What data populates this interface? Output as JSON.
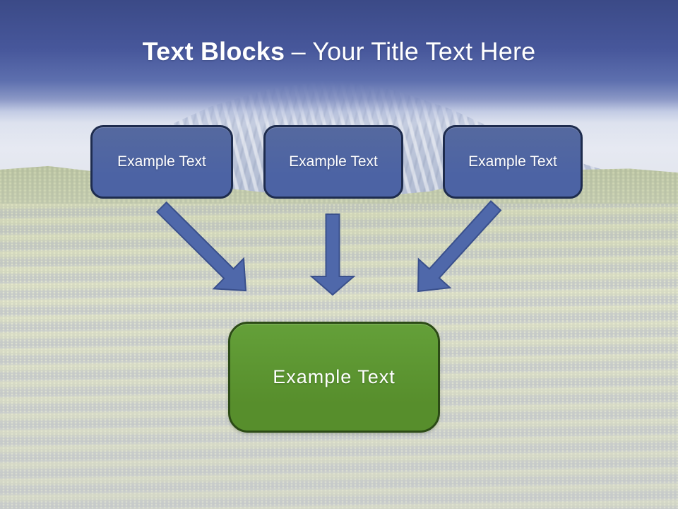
{
  "slide": {
    "title": {
      "bold": "Text Blocks",
      "separator": "–",
      "rest": "Your Title Text Here"
    },
    "blocks": [
      {
        "label": "Example Text"
      },
      {
        "label": "Example Text"
      },
      {
        "label": "Example Text"
      }
    ],
    "result_block": {
      "label": "Example Text"
    },
    "colors": {
      "header_top": "#3b4a87",
      "header_bottom": "#5d6fae",
      "title_text": "#ffffff",
      "block_fill": "#4c63a4",
      "block_border": "#1e2c4e",
      "arrow_fill": "#4f68aa",
      "arrow_border": "#3a508c",
      "result_fill": "#578e2c",
      "result_border": "#2c4b16"
    }
  }
}
